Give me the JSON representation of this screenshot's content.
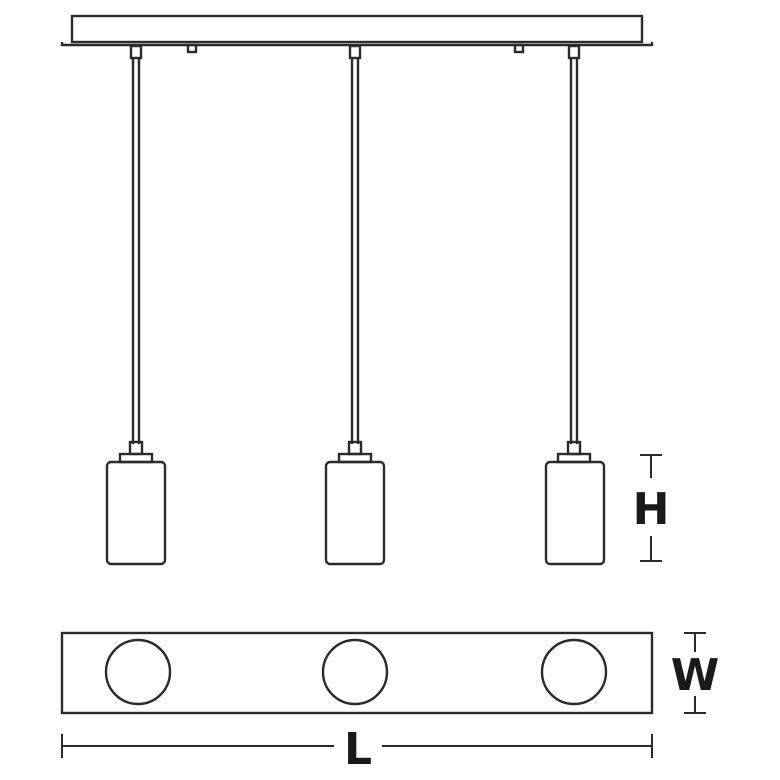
{
  "colors": {
    "ink": "#2b2b2b",
    "paper": "#ffffff"
  },
  "dimensions": {
    "height_label": "H",
    "width_label": "W",
    "length_label": "L"
  }
}
